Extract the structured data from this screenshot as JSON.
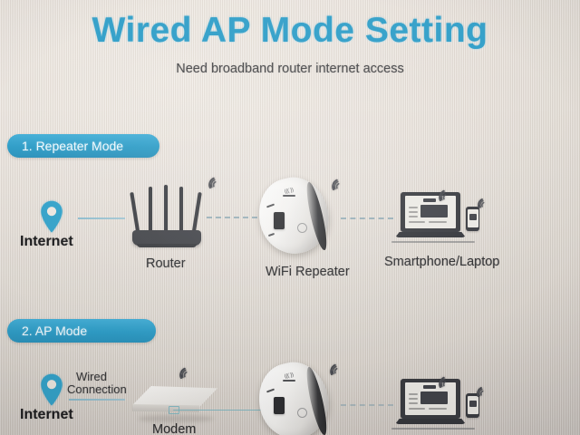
{
  "header": {
    "title": "Wired AP Mode Setting",
    "subtitle": "Need broadband router internet access",
    "title_color": "#2f9ec8"
  },
  "sections": [
    {
      "badge": "1. Repeater Mode",
      "badge_color": "#2f9ec8",
      "nodes": [
        {
          "name": "internet",
          "label": "Internet",
          "icon": "location-pin-icon"
        },
        {
          "name": "router",
          "label": "Router",
          "icon": "router-icon"
        },
        {
          "name": "repeater",
          "label": "WiFi Repeater",
          "icon": "wifi-repeater-icon"
        },
        {
          "name": "clients",
          "label": "Smartphone/Laptop",
          "icon": "laptop-phone-icon"
        }
      ],
      "connectors": [
        {
          "name": "internet-to-router",
          "style": "solid"
        },
        {
          "name": "router-to-repeater",
          "style": "dashed"
        },
        {
          "name": "repeater-to-clients",
          "style": "dashed"
        }
      ]
    },
    {
      "badge": "2. AP Mode",
      "badge_color": "#2f9ec8",
      "nodes": [
        {
          "name": "internet",
          "label": "Internet",
          "icon": "location-pin-icon"
        },
        {
          "name": "modem",
          "label": "Modem",
          "icon": "modem-icon"
        },
        {
          "name": "repeater",
          "label": "",
          "icon": "wifi-repeater-icon"
        },
        {
          "name": "clients",
          "label": "",
          "icon": "laptop-phone-icon"
        }
      ],
      "connection_label": {
        "line1": "Wired",
        "line2": "Connection"
      },
      "connectors": [
        {
          "name": "internet-to-modem",
          "style": "solid"
        },
        {
          "name": "modem-to-repeater",
          "style": "cable"
        },
        {
          "name": "repeater-to-clients",
          "style": "dashed"
        }
      ]
    }
  ],
  "icons": {
    "wifi_signal": "wifi-signal-icon",
    "pin": "location-pin-icon"
  }
}
